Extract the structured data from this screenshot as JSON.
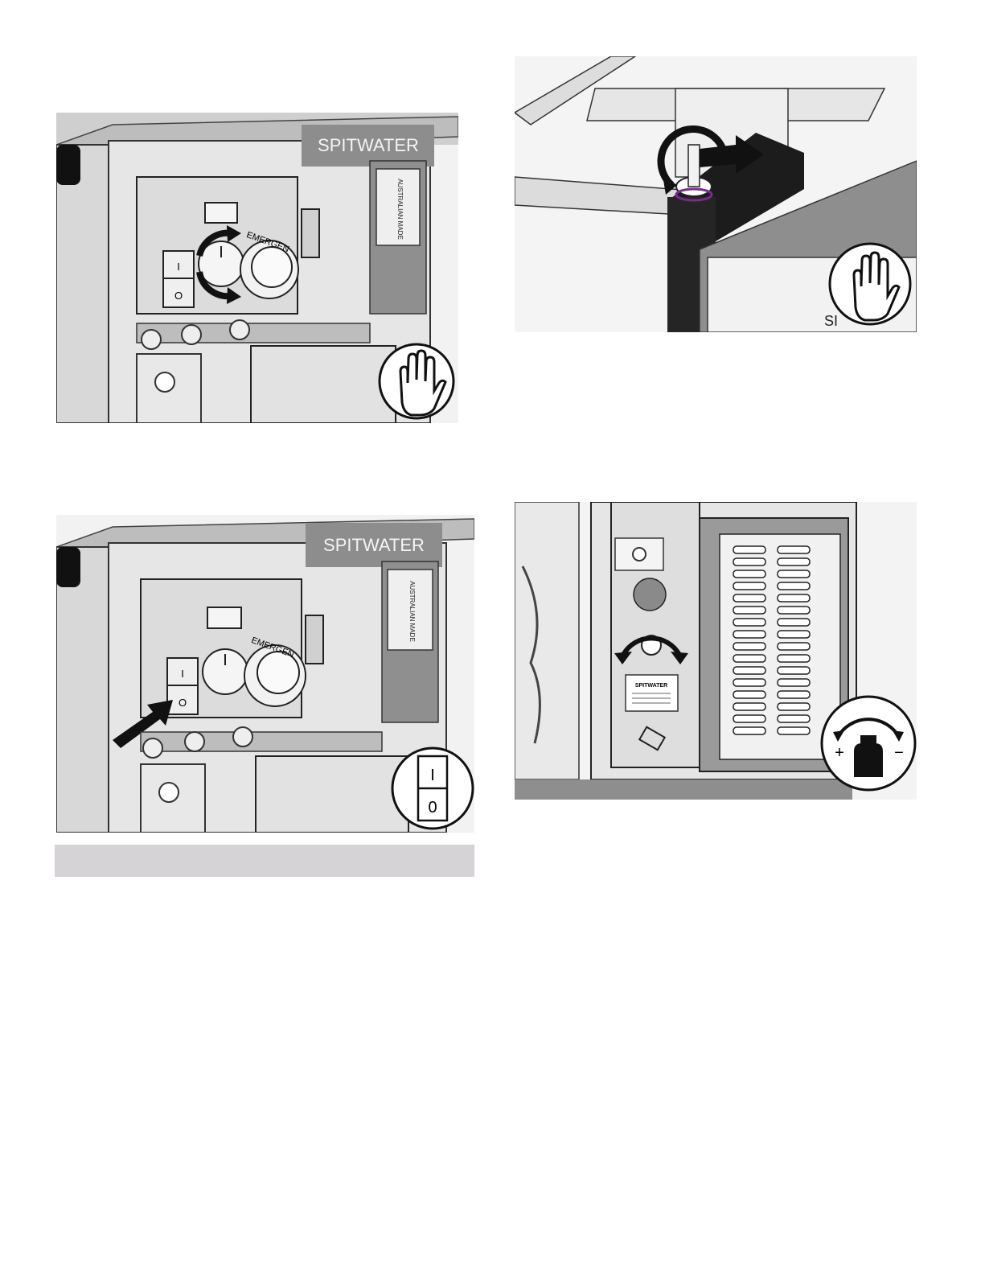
{
  "figures": {
    "panel_on_dial": {
      "brand_plate": "SPITWATER",
      "origin_label": "AUSTRALIAN MADE",
      "emergency_label": "EMERGEN",
      "switch_top": "I",
      "switch_bottom": "O",
      "action_icon": "stop-hand-icon"
    },
    "tank_cap": {
      "brand_fragment": "SI",
      "action_icon": "stop-hand-icon"
    },
    "power_switch": {
      "brand_plate": "SPITWATER",
      "origin_label": "AUSTRALIAN MADE",
      "emergency_label": "EMERGEN",
      "switch_top": "I",
      "switch_bottom": "O",
      "icon_top": "I",
      "icon_bottom": "0"
    },
    "detergent_valve": {
      "label_title": "SPITWATER",
      "plus": "+",
      "minus": "−",
      "action_icon": "detergent-adjust-icon"
    }
  },
  "caption_bar": "",
  "colors": {
    "panel": "#e3e3e3",
    "panel_dark": "#9a9a9a",
    "line": "#2a2a2a",
    "arrow": "#111111",
    "accent_purple": "#7a2b8c",
    "caption_bg": "#d6d3d6"
  }
}
